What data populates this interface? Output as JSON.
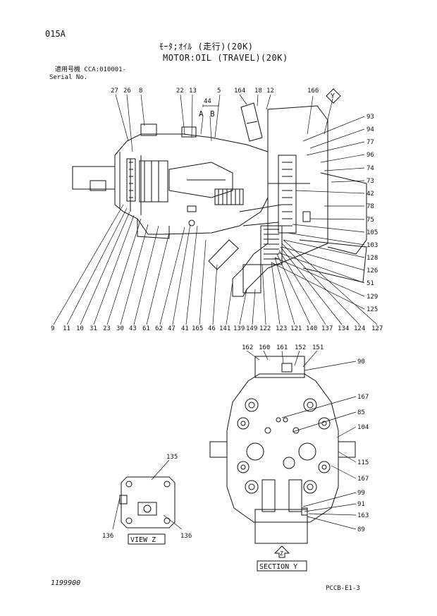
{
  "header": {
    "page_code": "015A",
    "title_jp": "ﾓｰﾀ;ｵｲﾙ (走行)(20K)",
    "title_en": "MOTOR:OIL (TRAVEL)(20K)",
    "serial_jp": "適用号機  CCA:010001-",
    "serial_en": "Serial No."
  },
  "top_view": {
    "top_labels": [
      "27",
      "26",
      "8",
      "22",
      "13",
      "5",
      "164",
      "18",
      "12",
      "166"
    ],
    "dim_label": "44",
    "section_a": "A",
    "section_b": "B",
    "view_marker": "Y",
    "right_labels": [
      "93",
      "94",
      "77",
      "96",
      "74",
      "73",
      "42",
      "78",
      "75",
      "105",
      "103",
      "128",
      "126",
      "51",
      "129",
      "125"
    ],
    "bottom_labels": [
      "9",
      "11",
      "10",
      "31",
      "23",
      "30",
      "43",
      "61",
      "62",
      "47",
      "41",
      "165",
      "46",
      "141",
      "139",
      "149",
      "122",
      "123",
      "121",
      "140",
      "137",
      "134",
      "124",
      "127"
    ]
  },
  "section_y": {
    "top_labels": [
      "162",
      "160",
      "161",
      "152",
      "151"
    ],
    "right_labels": [
      "90",
      "167",
      "85",
      "104",
      "115",
      "167",
      "99",
      "91",
      "163",
      "89"
    ],
    "view_marker": "Z",
    "caption": "SECTION Y"
  },
  "view_z": {
    "top_label": "135",
    "left_label": "136",
    "right_label": "136",
    "caption": "VIEW Z"
  },
  "footer": {
    "drawing_number": "1199900",
    "page_ref": "PCCB-E1-3"
  }
}
